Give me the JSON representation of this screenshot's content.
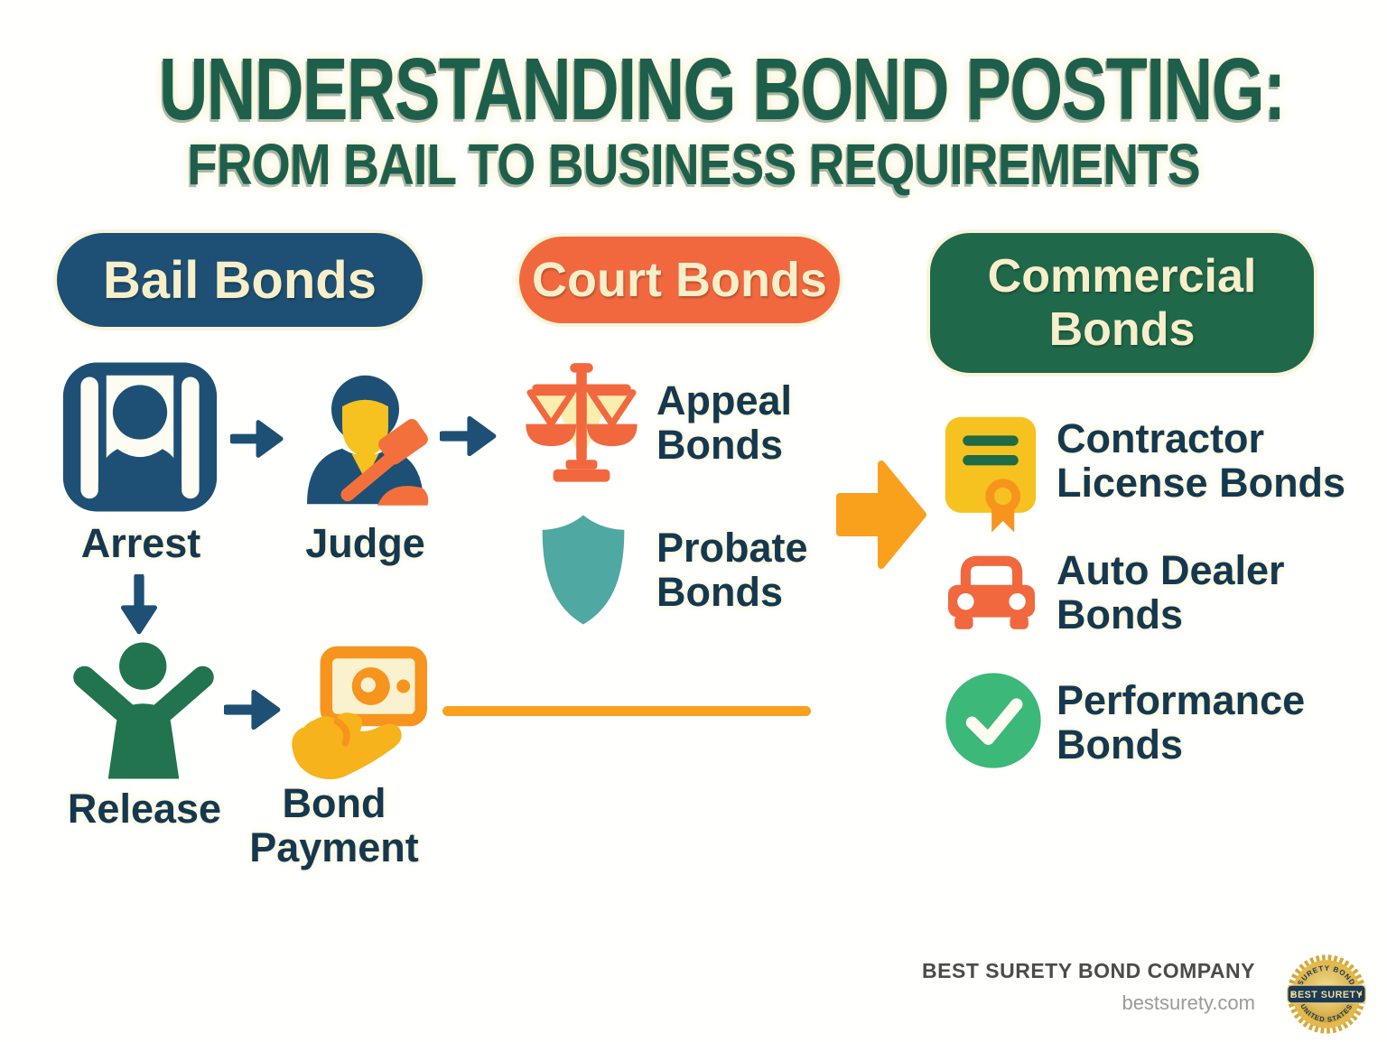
{
  "title": {
    "main": "UNDERSTANDING BOND POSTING:",
    "subtitle": "FROM BAIL TO BUSINESS REQUIREMENTS"
  },
  "sections": {
    "bail": {
      "header": "Bail Bonds",
      "steps": [
        {
          "icon": "arrest-icon",
          "label": "Arrest"
        },
        {
          "icon": "judge-icon",
          "label": "Judge"
        },
        {
          "icon": "release-icon",
          "label": "Release"
        },
        {
          "icon": "money-hand-icon",
          "label": "Bond Payment"
        }
      ]
    },
    "court": {
      "header": "Court Bonds",
      "items": [
        {
          "icon": "scales-icon",
          "label": "Appeal Bonds"
        },
        {
          "icon": "shield-icon",
          "label": "Probate Bonds"
        }
      ]
    },
    "commercial": {
      "header": "Commercial Bonds",
      "items": [
        {
          "icon": "certificate-icon",
          "label": "Contractor License Bonds"
        },
        {
          "icon": "car-icon",
          "label": "Auto Dealer Bonds"
        },
        {
          "icon": "check-icon",
          "label": "Performance Bonds"
        }
      ]
    }
  },
  "footer": {
    "company": "BEST SURETY BOND COMPANY",
    "website": "bestsurety.com",
    "badge": {
      "arc_top": "SURETY BOND",
      "center": "BEST SURETY",
      "arc_bottom": "UNITED STATES"
    }
  },
  "colors": {
    "title_green": "#1e5f4b",
    "navy": "#1d5074",
    "label_navy": "#14384f",
    "orange_red": "#f1683f",
    "bright_orange": "#f9a01d",
    "gold": "#f6c21f",
    "teal": "#4fa8a1",
    "pill_green": "#20684a",
    "person_green": "#21744d",
    "check_green": "#3cb878",
    "cream": "#f6efc9"
  }
}
